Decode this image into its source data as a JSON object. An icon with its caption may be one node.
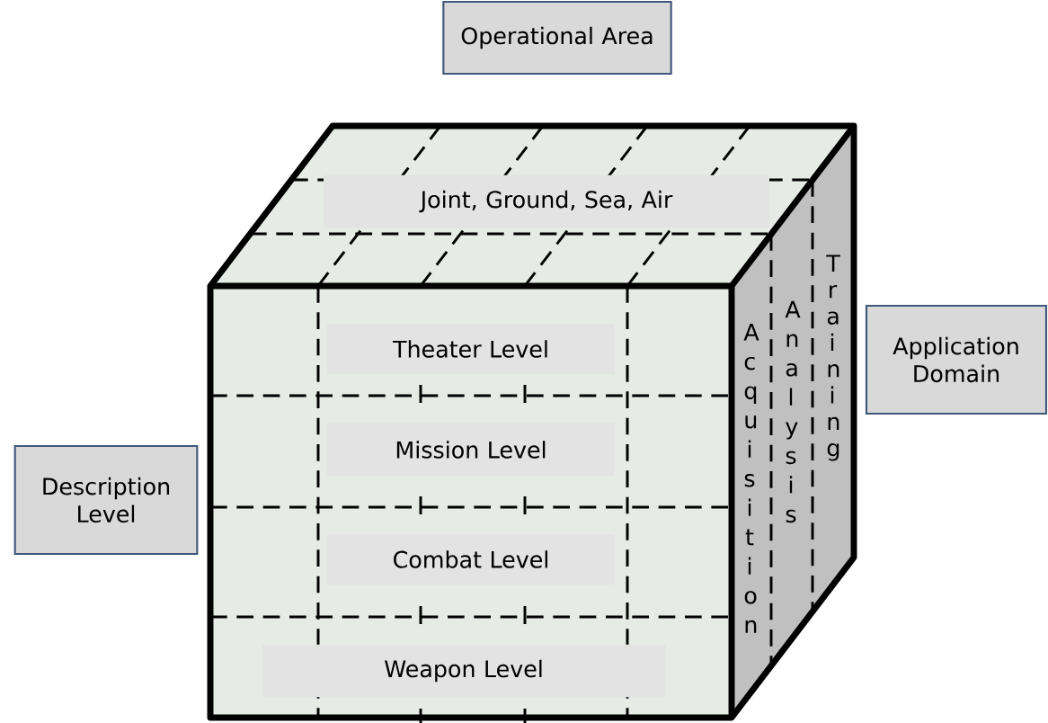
{
  "diagram": {
    "nodes": [
      {
        "text": [
          "Operational Area"
        ]
      },
      {
        "text": [
          "Joint, Ground, Sea, Air"
        ]
      },
      {
        "text": [
          "Application Domain"
        ]
      },
      {
        "text": [
          "Theater Level"
        ]
      },
      {
        "text": [
          "Mission Level"
        ]
      },
      {
        "text": [
          "Combat Level"
        ]
      },
      {
        "text": [
          "Weapon Level"
        ]
      },
      {
        "text": [
          "Description Level"
        ]
      }
    ],
    "labels": [
      "Acquisition",
      "Analysis",
      "Training"
    ]
  }
}
